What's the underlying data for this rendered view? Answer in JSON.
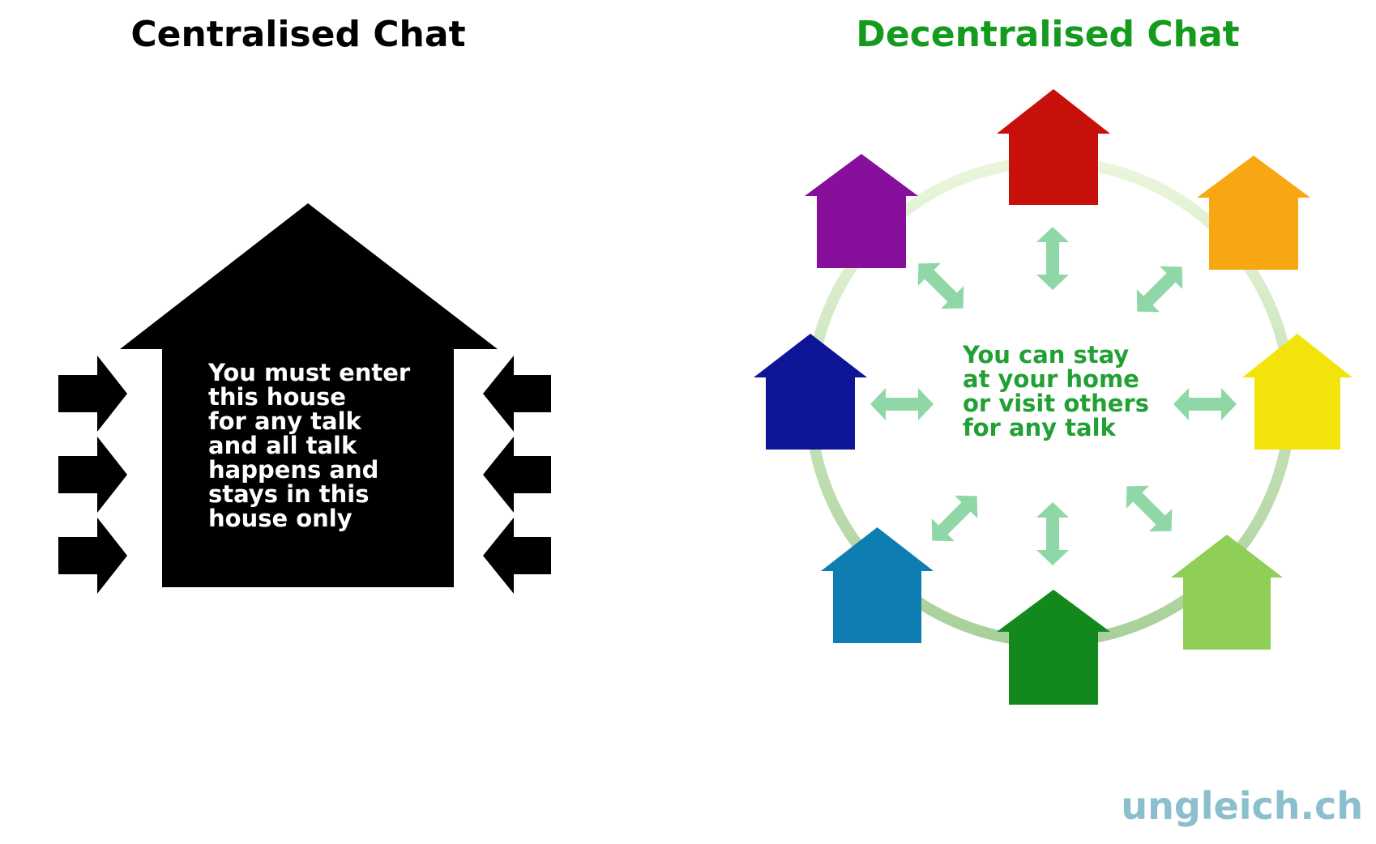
{
  "centralised": {
    "title": "Centralised Chat",
    "title_color": "#000000",
    "house_color": "#000000",
    "text_lines": [
      "You must enter",
      "this house",
      "for any talk",
      "and all talk",
      "happens and",
      "stays in this",
      "house only"
    ]
  },
  "decentralised": {
    "title": "Decentralised Chat",
    "title_color": "#149a1d",
    "text_color": "#21a034",
    "text_lines": [
      "You can stay",
      "at your home",
      "or visit others",
      "for any talk"
    ],
    "house_colors": {
      "top": "#c8100a",
      "top_right": "#f9a613",
      "right": "#f2e40a",
      "bottom_right": "#8fce57",
      "bottom": "#13891d",
      "bottom_left": "#0e7eb2",
      "left": "#0f1597",
      "top_left": "#880f9b"
    },
    "ring_color": "#c9e4b6",
    "arrow_color": "#8fd7a6"
  },
  "brand": {
    "text": "ungleich.ch",
    "color": "#8bbfcd"
  }
}
